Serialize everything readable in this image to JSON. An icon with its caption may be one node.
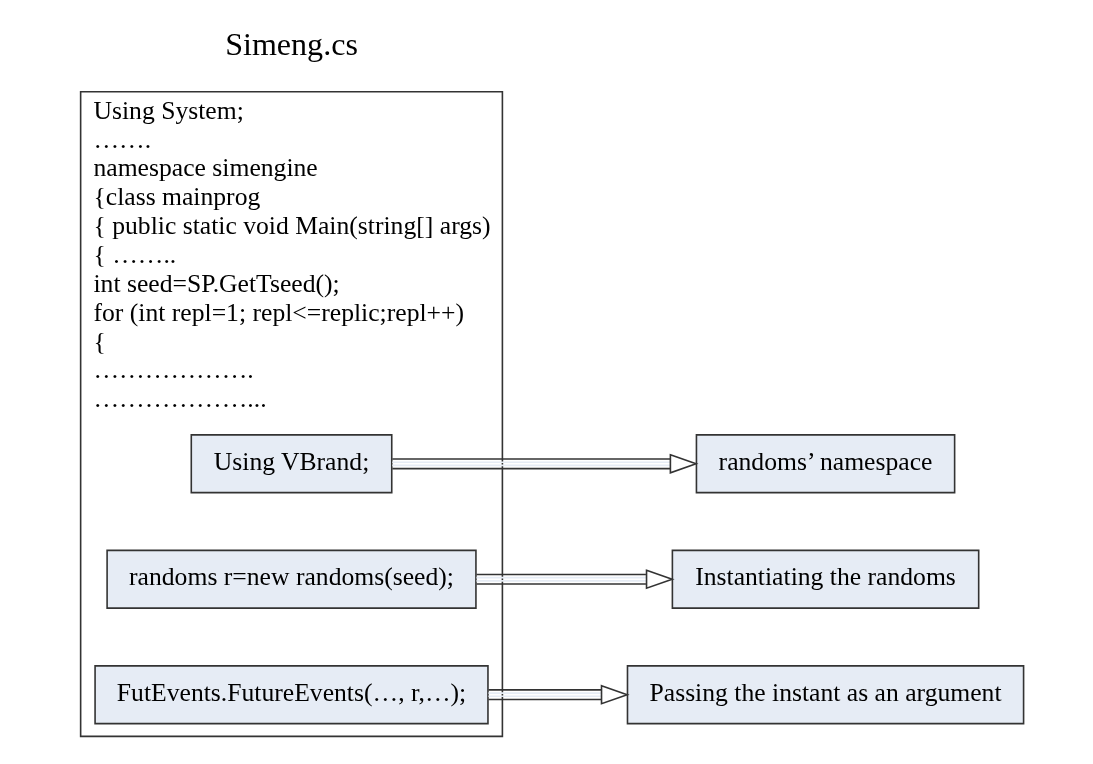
{
  "diagram": {
    "nodes": [
      {
        "text": [
          "Using System;",
          "…….",
          "namespace simengine",
          "{class mainprog",
          "{ public static void Main(string[] args)",
          "{ ……..",
          "int seed=SP.GetTseed();",
          "for (int repl=1; repl<=replic;repl++)",
          "{",
          "……………….",
          "………………..."
        ]
      },
      {
        "text": [
          "Using VBrand;"
        ],
        "in": 0
      },
      {
        "text": [
          "randoms’ namespace"
        ]
      },
      {
        "text": [
          "randoms r=new randoms(seed);"
        ],
        "in": 0
      },
      {
        "text": [
          "Instantiating the randoms"
        ]
      },
      {
        "text": [
          "FutEvents.FutureEvents(…, r,…);"
        ],
        "in": 0
      },
      {
        "text": [
          "Passing the instant as an argument"
        ]
      }
    ],
    "edges": [
      {
        "from": 1,
        "to": 2,
        "arrow": "to"
      },
      {
        "from": 3,
        "to": 4,
        "arrow": "to"
      },
      {
        "from": 5,
        "to": 6,
        "arrow": "to"
      }
    ],
    "labels": [
      "Simeng.cs"
    ]
  }
}
